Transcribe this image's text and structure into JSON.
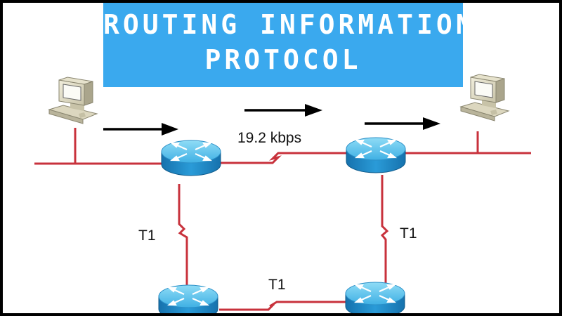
{
  "title": {
    "line1": "ROUTING INFORMATION",
    "line2": "PROTOCOL"
  },
  "links": {
    "top": "19.2 kbps",
    "left": "T1",
    "right": "T1",
    "bottom": "T1"
  },
  "colors": {
    "title_bg": "#3aa9ee",
    "link": "#c8323c",
    "router_top": "#5dc4ea",
    "router_side": "#1b84c2"
  },
  "icons": [
    "computer-icon",
    "router-icon",
    "arrow-right-icon"
  ]
}
